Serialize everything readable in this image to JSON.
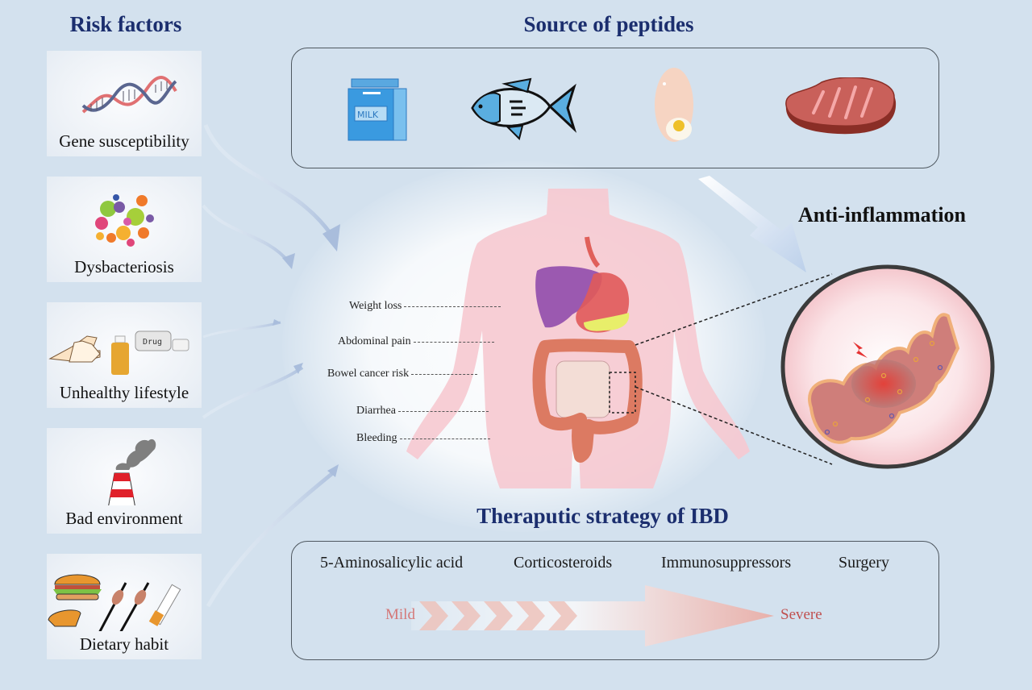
{
  "risk_factors": {
    "title": "Risk factors",
    "items": [
      {
        "label": "Gene susceptibility",
        "icon": "dna-icon"
      },
      {
        "label": "Dysbacteriosis",
        "icon": "bacteria-icon"
      },
      {
        "label": "Unhealthy lifestyle",
        "icon": "hands-drug-bottle-icon",
        "icon_text": "Drug"
      },
      {
        "label": "Bad environment",
        "icon": "smokestack-icon"
      },
      {
        "label": "Dietary habit",
        "icon": "junk-food-cigarette-icon"
      }
    ]
  },
  "peptide_sources": {
    "title": "Source of peptides",
    "items": [
      {
        "name": "milk",
        "icon": "milk-carton-icon",
        "icon_text": "MILK"
      },
      {
        "name": "fish",
        "icon": "fish-icon"
      },
      {
        "name": "egg",
        "icon": "egg-icon"
      },
      {
        "name": "meat",
        "icon": "steak-icon"
      }
    ]
  },
  "symptoms": [
    "Weight loss",
    "Abdominal pain",
    "Bowel cancer risk",
    "Diarrhea",
    "Bleeding"
  ],
  "effect": {
    "label": "Anti-inflammation"
  },
  "therapy": {
    "title": "Theraputic strategy of IBD",
    "options": [
      "5-Aminosalicylic acid",
      "Corticosteroids",
      "Immunosuppressors",
      "Surgery"
    ],
    "scale_start": "Mild",
    "scale_end": "Severe"
  },
  "colors": {
    "background": "#d3e1ee",
    "heading": "#1b2e6e",
    "body_silhouette": "#f6c9d0",
    "severity_text": "#c05050"
  }
}
